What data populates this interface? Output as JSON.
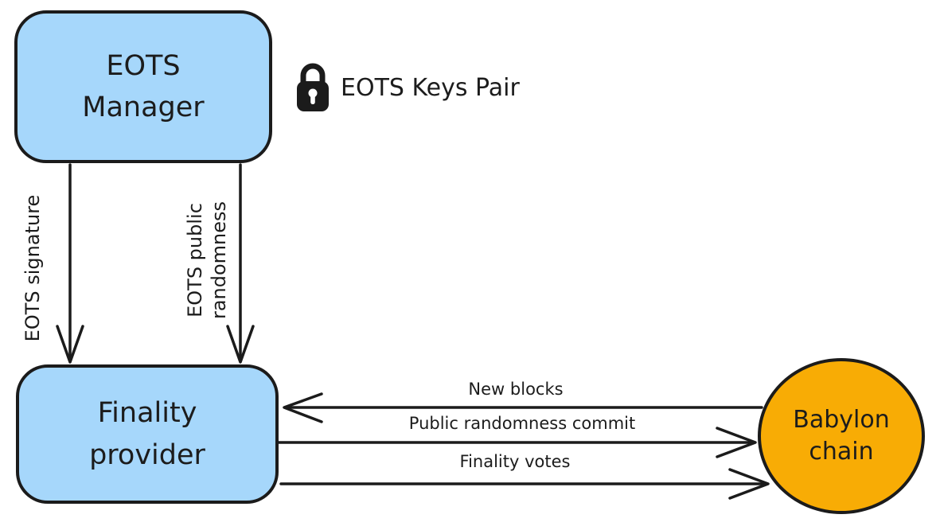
{
  "diagram": {
    "background": "#ffffff",
    "stroke_color": "#1b1b1b",
    "node_fill_blue": "#a6d7fb",
    "node_fill_orange": "#f8ac05"
  },
  "nodes": {
    "eots_manager": {
      "line1": "EOTS",
      "line2": "Manager",
      "shape": "rounded-rectangle",
      "fill": "#a6d7fb"
    },
    "finality_provider": {
      "line1": "Finality",
      "line2": "provider",
      "shape": "rounded-rectangle",
      "fill": "#a6d7fb"
    },
    "babylon_chain": {
      "line1": "Babylon",
      "line2": "chain",
      "shape": "circle",
      "fill": "#f8ac05"
    }
  },
  "annotation": {
    "icon": "lock-icon",
    "label": "EOTS Keys Pair"
  },
  "edges": [
    {
      "label": "EOTS signature",
      "from": "eots_manager",
      "to": "finality_provider",
      "direction": "down"
    },
    {
      "label_line1": "EOTS public",
      "label_line2": "randomness",
      "from": "eots_manager",
      "to": "finality_provider",
      "direction": "down"
    },
    {
      "label": "New blocks",
      "from": "babylon_chain",
      "to": "finality_provider",
      "direction": "left"
    },
    {
      "label": "Public randomness commit",
      "from": "finality_provider",
      "to": "babylon_chain",
      "direction": "right"
    },
    {
      "label": "Finality votes",
      "from": "finality_provider",
      "to": "babylon_chain",
      "direction": "right"
    }
  ]
}
